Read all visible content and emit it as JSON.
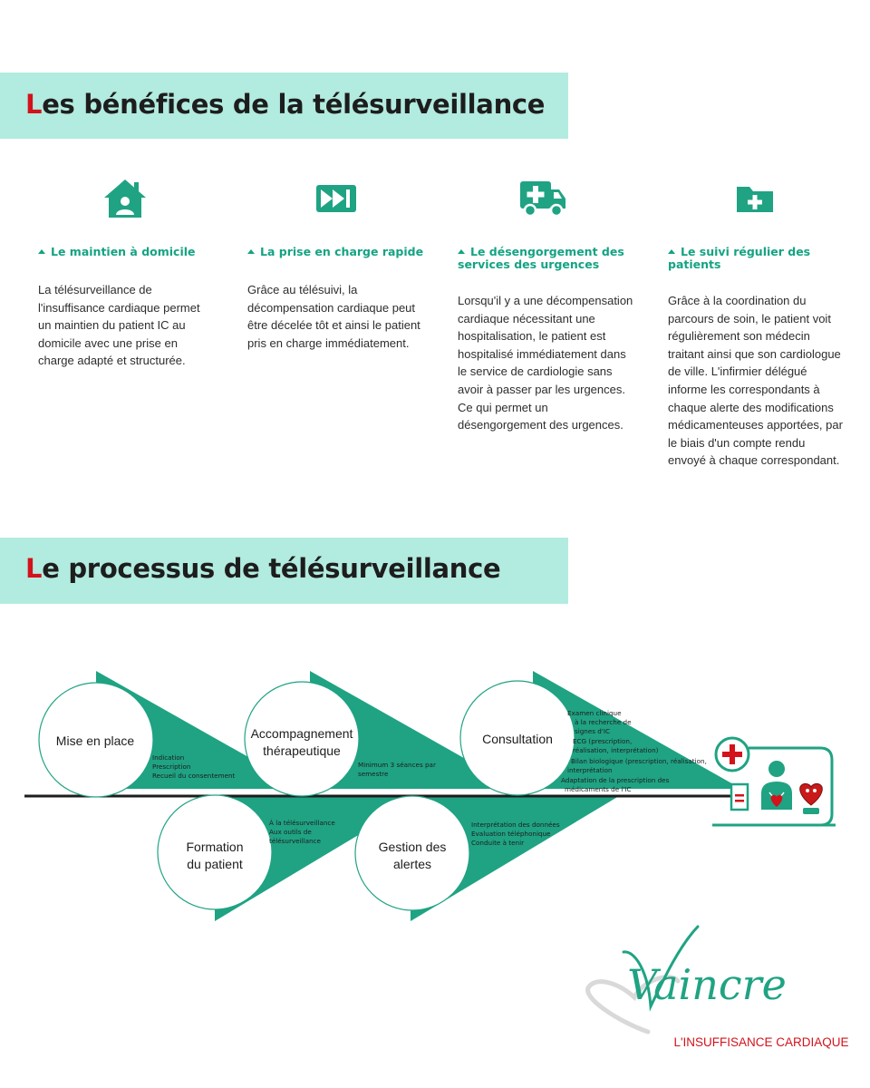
{
  "section1": {
    "first_letter": "L",
    "title_rest": "es bénéfices de la télésurveillance"
  },
  "benefits": [
    {
      "icon": "home-user-icon",
      "title": "Le maintien à domicile",
      "text": "La télésurveillance de l'insuffisance cardiaque permet un maintien du patient IC au domicile avec une prise en charge adapté et structurée."
    },
    {
      "icon": "fast-forward-icon",
      "title": "La prise en charge rapide",
      "text": "Grâce au télésuivi, la décompensation cardiaque peut être décelée tôt et ainsi le patient pris en charge immédiatement."
    },
    {
      "icon": "ambulance-icon",
      "title": "Le désengorgement des services des urgences",
      "text": "Lorsqu'il y a une décompensation cardiaque nécessitant une hospitalisation, le patient est hospitalisé immédiatement dans le service de cardiologie sans avoir à passer par les urgences. Ce qui permet un désengorgement des urgences."
    },
    {
      "icon": "medical-folder-icon",
      "title": "Le suivi régulier des patients",
      "text": "Grâce à la coordination du parcours de soin, le patient voit régulièrement son médecin traitant ainsi que son cardiologue de ville. L'infirmier délégué informe les correspondants à chaque alerte des modifications médicamenteuses apportées, par le biais d'un compte rendu envoyé à chaque correspondant."
    }
  ],
  "section2": {
    "first_letter": "L",
    "title_rest": "e processus de télésurveillance"
  },
  "process": {
    "steps": [
      {
        "label": [
          "Mise en place"
        ],
        "notes": [
          "Indication",
          "Prescription",
          "Recueil du consentement"
        ]
      },
      {
        "label": [
          "Formation",
          "du patient"
        ],
        "notes": [
          "À la télésurveillance",
          "Aux outils de",
          "télésurveillance"
        ]
      },
      {
        "label": [
          "Accompagnement",
          "thérapeutique"
        ],
        "notes": [
          "Minimum 3 séances par",
          "semestre"
        ]
      },
      {
        "label": [
          "Gestion des",
          "alertes"
        ],
        "notes": [
          "Interprétation des données",
          "Evaluation téléphonique",
          "Conduite à tenir"
        ]
      },
      {
        "label": [
          "Consultation"
        ],
        "notes": [
          "Examen clinique",
          "à la recherche de",
          "signes d'IC",
          "ECG (prescription,",
          "réalisation, interprétation)",
          "Bilan biologique (prescription, réalisation,",
          "interprétation",
          "Adaptation de la prescription des",
          "médicaments de l'IC"
        ]
      }
    ]
  },
  "logo": {
    "brand": "Vaincre",
    "tagline": "L'INSUFFISANCE CARDIAQUE"
  },
  "colors": {
    "accent": "#1fa383",
    "banner": "#b2ebdf",
    "red": "#d3121b",
    "dark": "#1d1d1d"
  }
}
